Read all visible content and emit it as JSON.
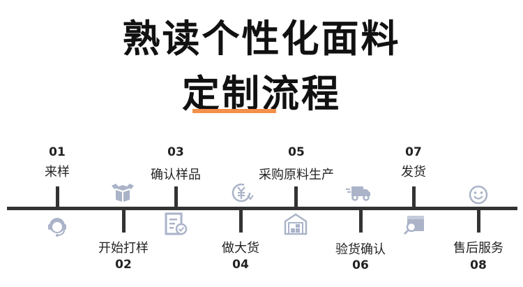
{
  "title": {
    "line1": "熟读个性化面料",
    "line2": "定制流程"
  },
  "colors": {
    "accent": "#f5904a",
    "line": "#333333",
    "icon": "#aab3c8"
  },
  "steps": [
    {
      "num": "01",
      "label": "来样",
      "icon": "customer-service-headset-icon"
    },
    {
      "num": "02",
      "label": "开始打样",
      "icon": "open-box-icon"
    },
    {
      "num": "03",
      "label": "确认样品",
      "icon": "document-check-icon"
    },
    {
      "num": "04",
      "label": "做大货",
      "icon": "yen-refresh-icon"
    },
    {
      "num": "05",
      "label": "采购原料生产",
      "icon": "warehouse-icon"
    },
    {
      "num": "06",
      "label": "验货确认",
      "icon": "delivery-truck-icon"
    },
    {
      "num": "07",
      "label": "发货",
      "icon": "box-search-icon"
    },
    {
      "num": "08",
      "label": "售后服务",
      "icon": "smiley-face-icon"
    }
  ]
}
